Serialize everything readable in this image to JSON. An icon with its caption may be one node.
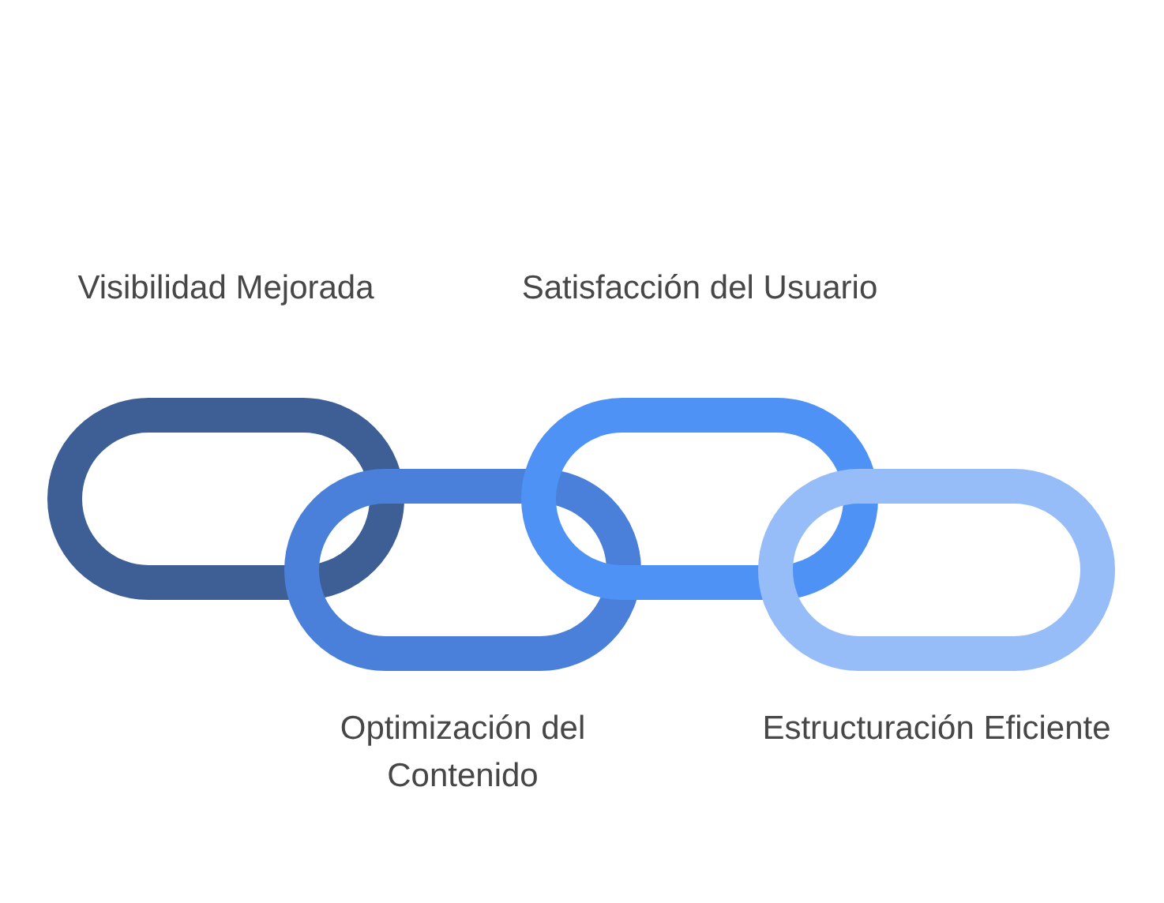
{
  "diagram": {
    "nodes": [
      {
        "text": [
          "Visibilidad Mejorada"
        ]
      },
      {
        "text": [
          "Optimización del Contenido"
        ]
      },
      {
        "text": [
          "Satisfacción del Usuario"
        ]
      },
      {
        "text": [
          "Estructuración Eficiente"
        ]
      }
    ]
  }
}
